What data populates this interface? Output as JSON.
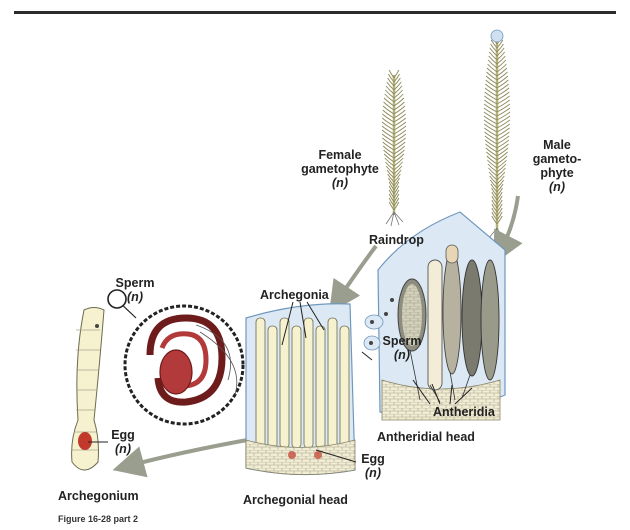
{
  "labels": {
    "female_line1": "Female",
    "female_line2": "gametophyte",
    "female_n": "(n)",
    "male_line1": "Male",
    "male_line2": "gameto-",
    "male_line3": "phyte",
    "male_n": "(n)",
    "raindrop": "Raindrop",
    "archegonia": "Archegonia",
    "sperm_left": "Sperm",
    "sperm_left_n": "(n)",
    "sperm_right": "Sperm",
    "sperm_right_n": "(n)",
    "egg_left": "Egg",
    "egg_left_n": "(n)",
    "egg_right": "Egg",
    "egg_right_n": "(n)",
    "antheridia": "Antheridia",
    "antheridial_head": "Antheridial head",
    "archegonium": "Archegonium",
    "archegonial_head": "Archegonial head",
    "caption": "Figure 16-28 part 2"
  },
  "colors": {
    "cell_fill": "#f6f1cf",
    "cell_line": "#6b6b4e",
    "stem": "#c9c98a",
    "leaf": "#d9d48e",
    "rain": "#cfe1f0",
    "rain_edge": "#6f98bf",
    "arrow": "#9a9e8f",
    "egg": "#c0392b",
    "sperm_dark": "#6d1b1b",
    "sperm_fill": "#b33a3a"
  }
}
